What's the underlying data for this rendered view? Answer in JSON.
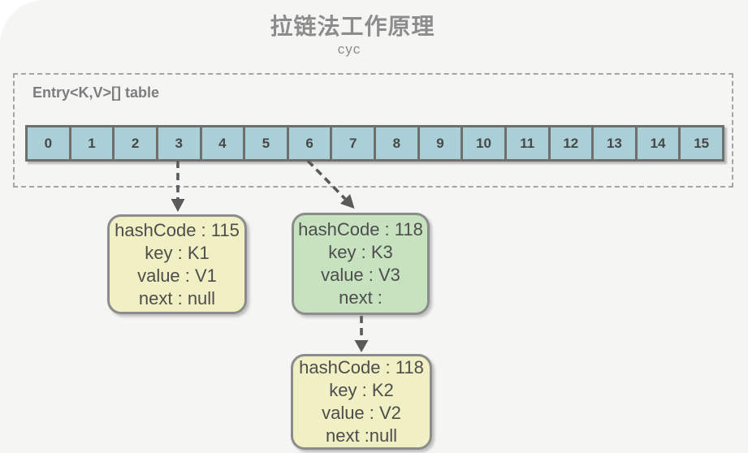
{
  "header": {
    "title": "拉链法工作原理",
    "subtitle": "cyc"
  },
  "table": {
    "label": "Entry<K,V>[] table",
    "cells": [
      "0",
      "1",
      "2",
      "3",
      "4",
      "5",
      "6",
      "7",
      "8",
      "9",
      "10",
      "11",
      "12",
      "13",
      "14",
      "15"
    ]
  },
  "nodes": [
    {
      "name": "entry-node-k1",
      "fill": "#f0f0c4",
      "lines": [
        "hashCode : 115",
        "key : K1",
        "value : V1",
        "next : null"
      ]
    },
    {
      "name": "entry-node-k3",
      "fill": "#c7e2bf",
      "lines": [
        "hashCode : 118",
        "key : K3",
        "value : V3",
        "next :"
      ]
    },
    {
      "name": "entry-node-k2",
      "fill": "#f0f0c4",
      "lines": [
        "hashCode : 118",
        "key : K2",
        "value : V2",
        "next :null"
      ]
    }
  ],
  "arrows": [
    {
      "name": "arrow-bucket3-to-node-k1",
      "from": "bucket-3",
      "to": "entry-node-k1"
    },
    {
      "name": "arrow-bucket6-to-node-k3",
      "from": "bucket-6",
      "to": "entry-node-k3"
    },
    {
      "name": "arrow-node-k3-to-node-k2",
      "from": "entry-node-k3",
      "to": "entry-node-k2"
    }
  ],
  "colors": {
    "background": "#f5f5f4",
    "cell_fill": "#aacfd7",
    "node_yellow": "#f0f0c4",
    "node_green": "#c7e2bf",
    "node_border": "#8c8c8c",
    "cell_border": "#6f6f6f",
    "arrow": "#5a5a5a",
    "title_text": "#8c8c8c",
    "body_text": "#4d4d4d"
  }
}
